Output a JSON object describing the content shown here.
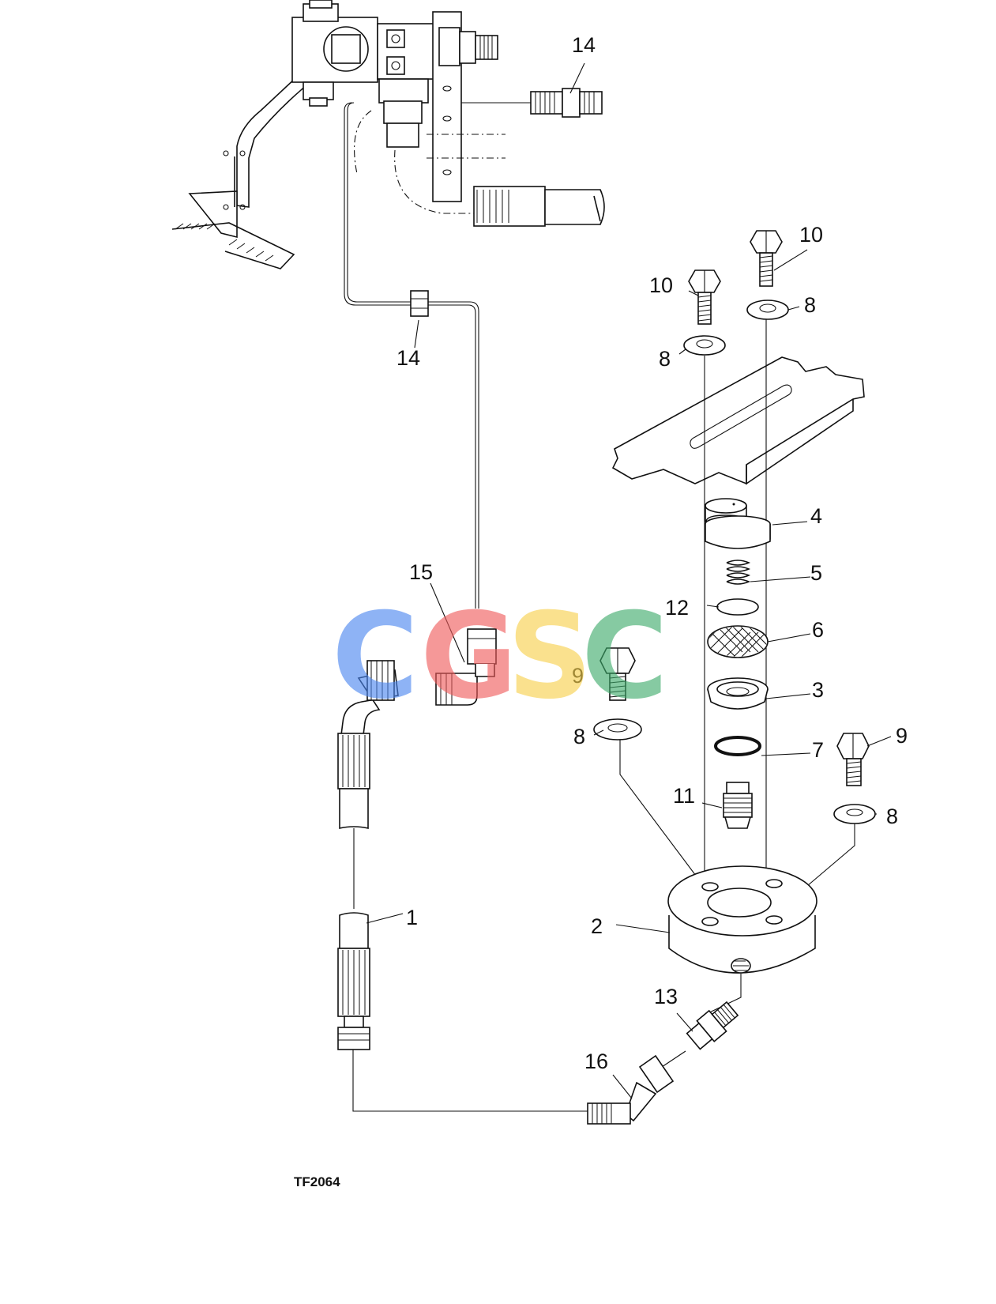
{
  "figure_id": "TF2064",
  "callouts": {
    "c1": "1",
    "c2": "2",
    "c3": "3",
    "c4": "4",
    "c5": "5",
    "c6": "6",
    "c7": "7",
    "c8a": "8",
    "c8b": "8",
    "c8c": "8",
    "c8d": "8",
    "c9a": "9",
    "c9b": "9",
    "c10a": "10",
    "c10b": "10",
    "c11": "11",
    "c12": "12",
    "c13": "13",
    "c14a": "14",
    "c14b": "14",
    "c15": "15",
    "c16": "16"
  },
  "watermark": {
    "letters": [
      "C",
      "G",
      "S",
      "C"
    ],
    "colors": [
      "#4a86f0",
      "#ef5a5a",
      "#f7d04a",
      "#3daa6a"
    ]
  }
}
